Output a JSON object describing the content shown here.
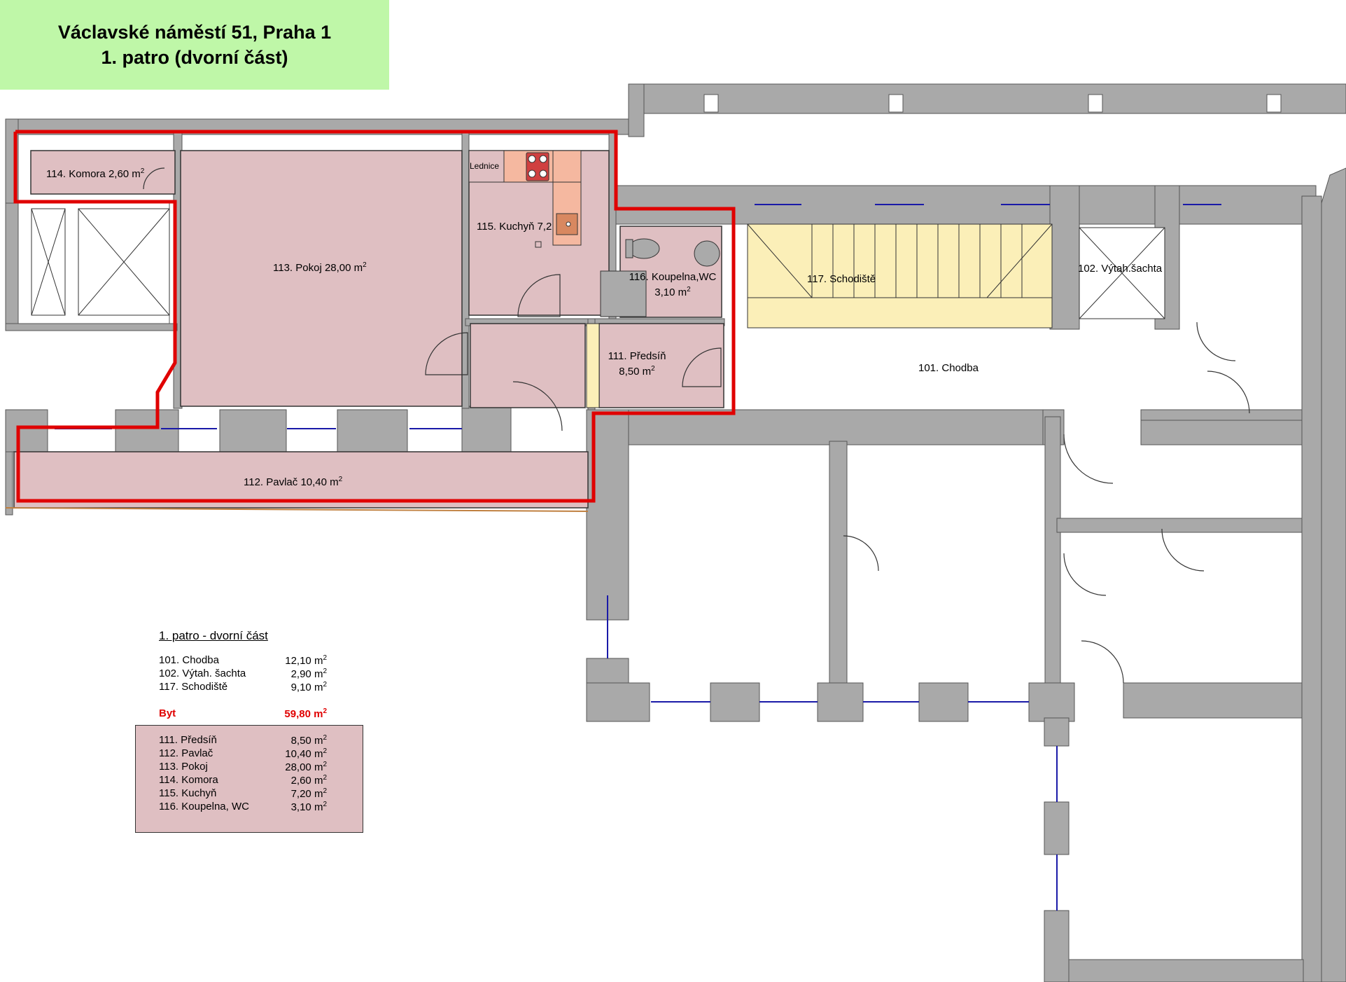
{
  "title": {
    "line1": "Václavské náměstí 51,  Praha 1",
    "line2": "1. patro (dvorní část)"
  },
  "rooms": {
    "komora": "114. Komora 2,60 m",
    "pokoj": "113. Pokoj 28,00 m",
    "lednice": "Lednice",
    "kuchyn": "115. Kuchyň 7,2",
    "koupelna_name": "116. Koupelna,WC",
    "koupelna_area": "3,10 m",
    "schodiste": "117. Schodiště",
    "vytah": "102. Výtah.šachta",
    "predsin_name": "111. Předsíň",
    "predsin_area": "8,50 m",
    "chodba": "101. Chodba",
    "pavlac": "112. Pavlač 10,40 m",
    "unit_sup": "2"
  },
  "legend": {
    "heading": "1. patro - dvorní část",
    "common": [
      {
        "name": "101. Chodba",
        "area": "12,10 m"
      },
      {
        "name": "102. Výtah. šachta",
        "area": "2,90 m"
      },
      {
        "name": "117. Schodiště",
        "area": "9,10 m"
      }
    ],
    "byt": {
      "name": "Byt",
      "area": "59,80 m"
    },
    "flat": [
      {
        "name": "111. Předsíň",
        "area": "8,50 m"
      },
      {
        "name": "112. Pavlač",
        "area": "10,40 m"
      },
      {
        "name": "113. Pokoj",
        "area": "28,00 m"
      },
      {
        "name": "114. Komora",
        "area": "2,60 m"
      },
      {
        "name": "115. Kuchyň",
        "area": "7,20 m"
      },
      {
        "name": "116. Koupelna, WC",
        "area": "3,10 m"
      }
    ]
  },
  "colors": {
    "title_bg": "#bff7a8",
    "wall": "#a9a9a9",
    "flat_fill": "#dfbfc2",
    "stair_fill": "#fbefb8",
    "outline": "#e00000",
    "window": "#1a1aa8"
  }
}
